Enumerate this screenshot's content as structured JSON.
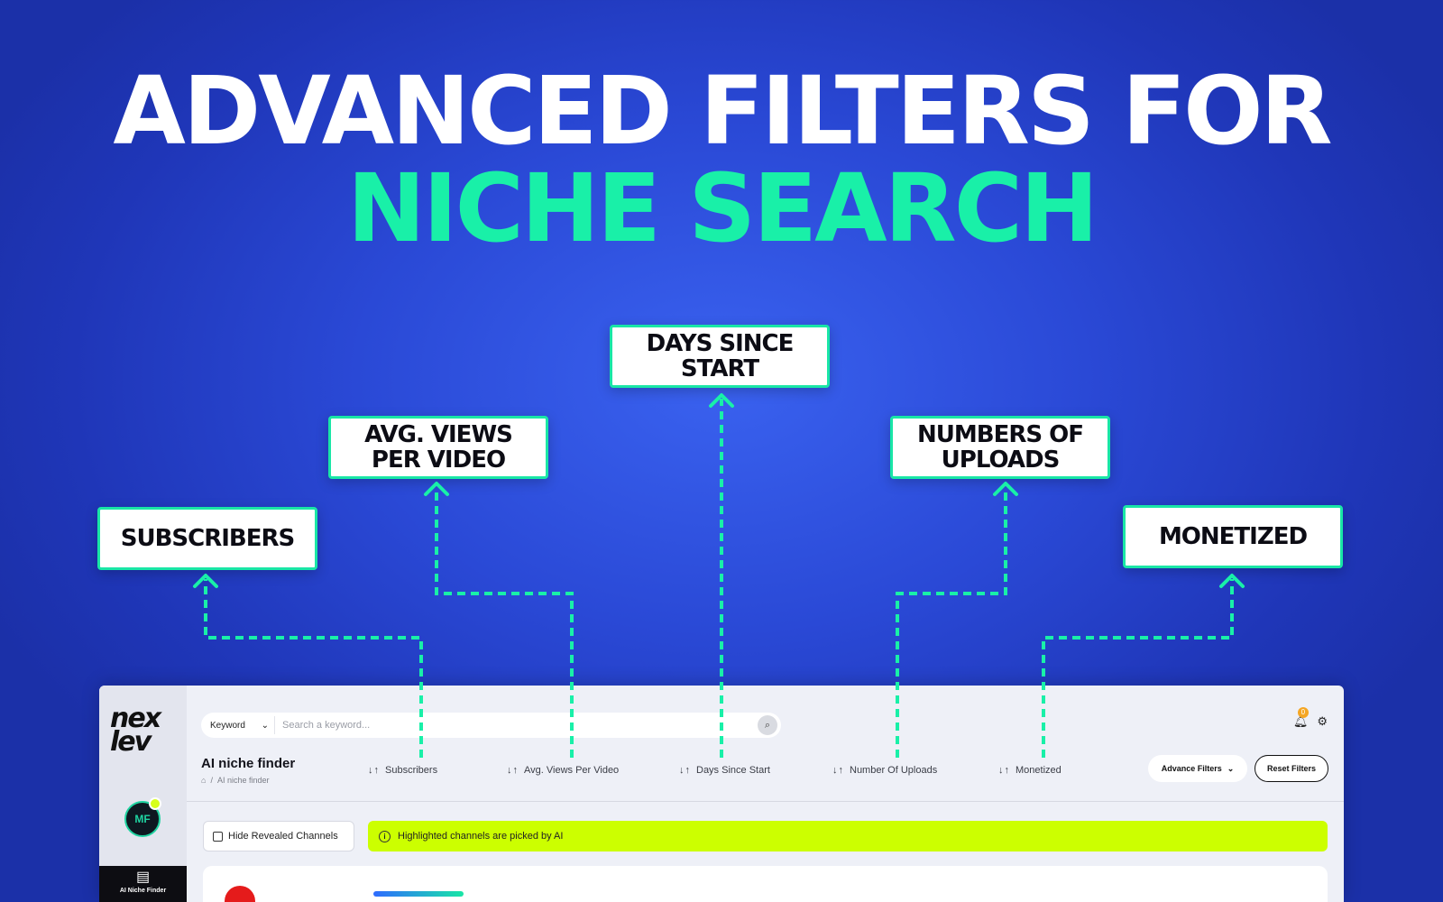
{
  "hero": {
    "title_line1": "ADVANCED FILTERS FOR",
    "title_line2": "NICHE SEARCH"
  },
  "callouts": [
    {
      "id": "subscribers",
      "text": "SUBSCRIBERS"
    },
    {
      "id": "avg_views",
      "text": "AVG. VIEWS PER VIDEO"
    },
    {
      "id": "days_since_start",
      "text": "DAYS SINCE START"
    },
    {
      "id": "uploads",
      "text": "NUMBERS OF UPLOADS"
    },
    {
      "id": "monetized",
      "text": "MONETIZED"
    }
  ],
  "colors": {
    "accent_green": "#19f0a8",
    "background_blue": "#2a49d6",
    "banner_yellow": "#ccff00"
  },
  "app": {
    "logo_text": "nex lev",
    "avatar_initials": "MF",
    "side_nav_label": "AI Niche Finder",
    "search": {
      "type_value": "Keyword",
      "placeholder": "Search a keyword..."
    },
    "notification_count": "0",
    "page_title": "AI niche finder",
    "breadcrumb": "AI niche finder",
    "filters": [
      {
        "label": "Subscribers"
      },
      {
        "label": "Avg. Views Per Video"
      },
      {
        "label": "Days Since Start"
      },
      {
        "label": "Number Of Uploads"
      },
      {
        "label": "Monetized"
      }
    ],
    "advance_filters_label": "Advance Filters",
    "reset_filters_label": "Reset Filters",
    "hide_revealed_label": "Hide Revealed Channels",
    "ai_banner_text": "Highlighted channels are picked by AI"
  }
}
